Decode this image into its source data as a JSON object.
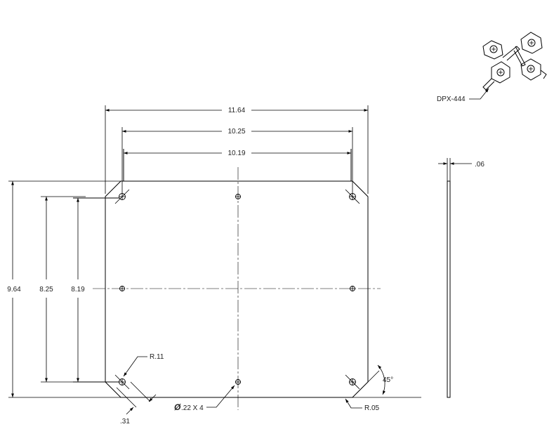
{
  "dimensions": {
    "overall_width": "11.64",
    "hole_spacing_outer": "10.25",
    "hole_spacing_inner": "10.19",
    "overall_height": "9.64",
    "height_outer": "8.25",
    "height_inner": "8.19",
    "thickness": ".06",
    "corner_radius": "R.11",
    "hole_callout": ".22 X 4",
    "hole_callout_symbol": "Ø",
    "edge_offset": ".31",
    "chamfer_angle": "45°",
    "edge_radius": "R.05"
  },
  "part": {
    "label": "DPX-444"
  }
}
